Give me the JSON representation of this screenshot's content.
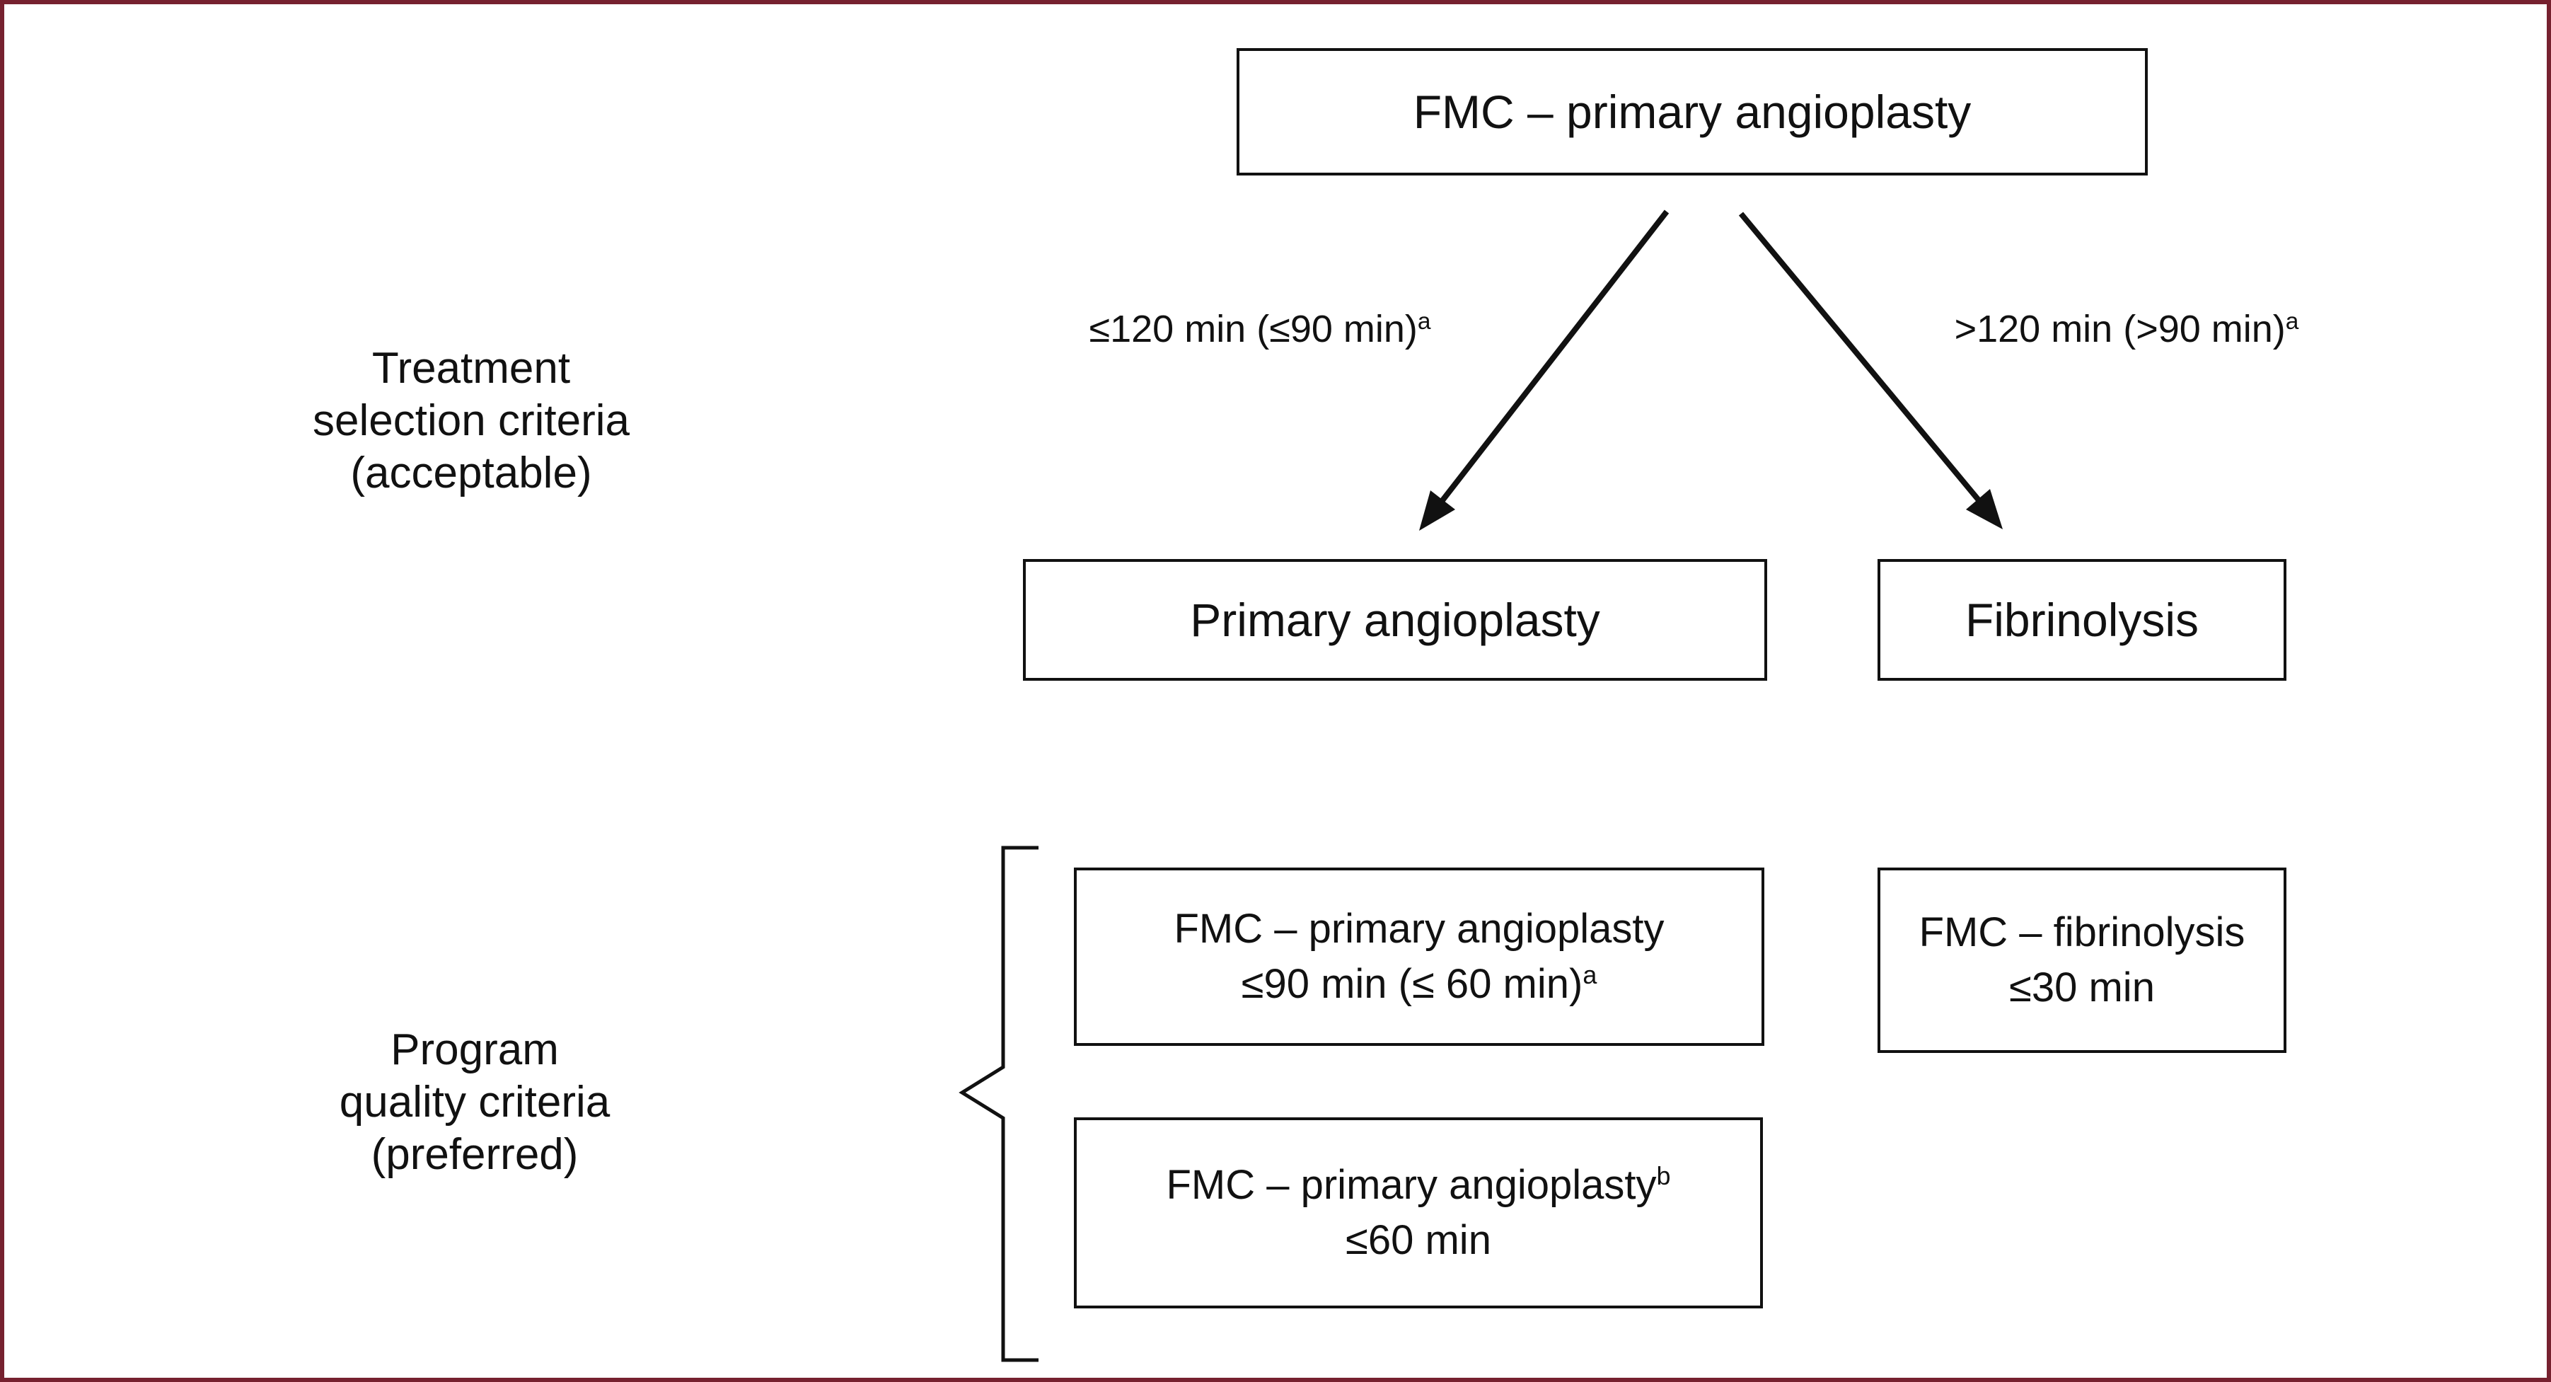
{
  "figure": {
    "frame_border_color": "#76212f",
    "box_border_color": "#111111",
    "text_color": "#111111",
    "background_color": "#ffffff"
  },
  "root_box": {
    "label": "FMC – primary angioplasty"
  },
  "branch_labels": {
    "left": {
      "text": "≤120 min (≤90 min)",
      "superscript": "a"
    },
    "right": {
      "text": ">120 min (>90 min)",
      "superscript": "a"
    }
  },
  "row_labels": {
    "treatment": {
      "line1": "Treatment",
      "line2": "selection criteria",
      "line3": "(acceptable)"
    },
    "program": {
      "line1": "Program",
      "line2": "quality criteria",
      "line3": "(preferred)"
    }
  },
  "treatment_boxes": {
    "primary_angioplasty": {
      "label": "Primary angioplasty"
    },
    "fibrinolysis": {
      "label": "Fibrinolysis"
    }
  },
  "quality_boxes": {
    "fmc_pa_90": {
      "line1": "FMC – primary angioplasty",
      "line2_text": "≤90 min (≤ 60 min)",
      "line2_superscript": "a"
    },
    "fmc_fibrinolysis": {
      "line1": "FMC – fibrinolysis",
      "line2": "≤30 min"
    },
    "fmc_pa_60": {
      "line1_text": "FMC – primary angioplasty",
      "line1_superscript": "b",
      "line2": "≤60 min"
    }
  }
}
